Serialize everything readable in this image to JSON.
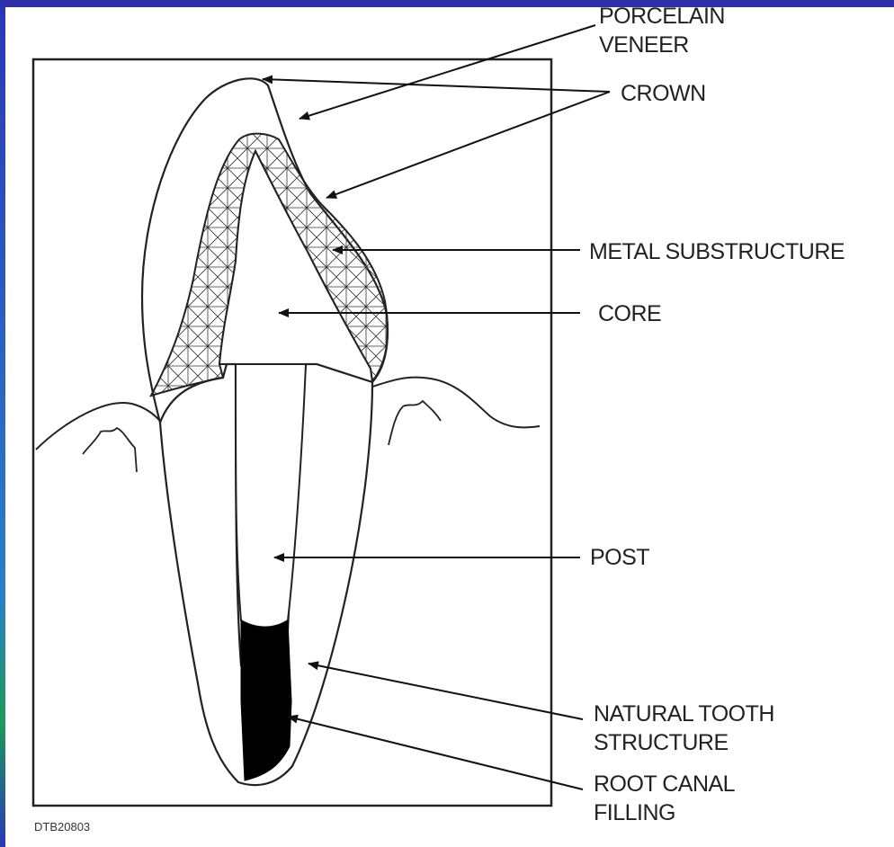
{
  "diagram": {
    "labels": {
      "porcelain_veneer": [
        "PORCELAIN",
        "VENEER"
      ],
      "crown": "CROWN",
      "metal_substructure": "METAL SUBSTRUCTURE",
      "core": "CORE",
      "post": "POST",
      "natural_tooth_structure": [
        "NATURAL TOOTH",
        "STRUCTURE"
      ],
      "root_canal_filling": [
        "ROOT CANAL",
        "FILLING"
      ]
    },
    "figure_code": "DTB20803"
  },
  "colors": {
    "background": "#2e2ea8",
    "slide": "#ffffff",
    "ink": "#222222"
  }
}
